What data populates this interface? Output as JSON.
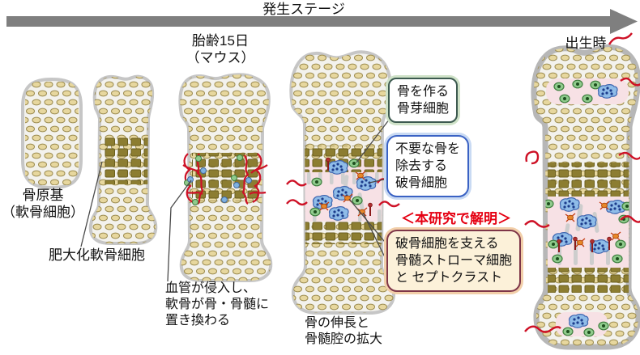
{
  "header": {
    "title": "発生ステージ"
  },
  "stages": {
    "e15_line1": "胎齢15日",
    "e15_line2": "（マウス）",
    "birth": "出生時"
  },
  "bone_labels": {
    "primordium_line1": "骨原基",
    "primordium_line2": "（軟骨細胞）",
    "hypertrophic": "肥大化軟骨細胞",
    "invasion_line1": "血管が侵入し、",
    "invasion_line2": "軟骨が骨・骨髄に",
    "invasion_line3": "置き換わる",
    "growth_line1": "骨の伸長と",
    "growth_line2": "骨髄腔の拡大"
  },
  "callouts": {
    "osteoblast": {
      "line1": "骨を作る",
      "line2": "骨芽細胞"
    },
    "osteoclast": {
      "line1": "不要な骨を",
      "line2": "除去する",
      "line3": "破骨細胞"
    },
    "discovery_heading": "＜本研究で解明＞",
    "discovery": {
      "line1": "破骨細胞を支える",
      "line2": "骨髄ストローマ細胞",
      "line3": "と セプトクラスト"
    }
  },
  "colors": {
    "arrow": "#7F7F7F",
    "vessel": "#CE1126",
    "chondrocyte_fill": "#E7D79E",
    "chondrocyte_border": "#9C8C50",
    "hypertrophic_fill": "#8C7D31",
    "bone_outline": "#C6C6C6",
    "marrow_pink": "#F7E1E5",
    "osteoclast_blue": "#8FBCE8",
    "osteoblast_green": "#8FCB8C",
    "stromal_orange": "#E8882A",
    "box_green_border": "#3D5A50",
    "box_blue_border": "#3A62C4",
    "box_red_border": "#7E3548",
    "box_cream_fill": "#FCF1D9",
    "heading_red": "#E50012"
  }
}
